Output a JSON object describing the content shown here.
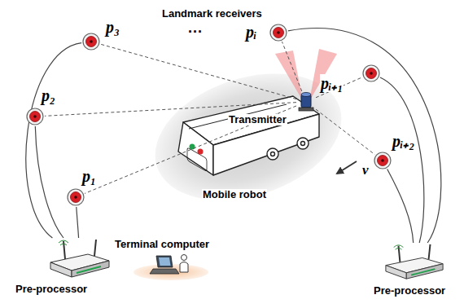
{
  "diagram": {
    "nodes": [
      {
        "text": [
          "p₁"
        ]
      },
      {
        "text": [
          "p₂"
        ]
      },
      {
        "text": [
          "p₃"
        ]
      },
      {
        "text": [
          "pᵢ"
        ]
      },
      {
        "text": [
          "pᵢ₊₁"
        ]
      },
      {
        "text": [
          "pᵢ₊₂"
        ]
      },
      {
        "text": [
          "Transmitter"
        ]
      },
      {
        "text": [
          "Pre-processor"
        ]
      },
      {
        "text": [
          "Pre-processor"
        ]
      }
    ],
    "edges": [
      {
        "from": 6,
        "to": 0,
        "arrow": "none"
      },
      {
        "from": 6,
        "to": 1,
        "arrow": "none"
      },
      {
        "from": 6,
        "to": 2,
        "arrow": "none"
      },
      {
        "from": 6,
        "to": 3,
        "arrow": "none"
      },
      {
        "from": 6,
        "to": 4,
        "arrow": "none"
      },
      {
        "from": 6,
        "to": 5,
        "arrow": "none"
      },
      {
        "from": 0,
        "to": 7,
        "arrow": "none"
      },
      {
        "from": 1,
        "to": 7,
        "arrow": "none"
      },
      {
        "from": 2,
        "to": 7,
        "arrow": "none"
      },
      {
        "from": 3,
        "to": 8,
        "arrow": "none"
      },
      {
        "from": 4,
        "to": 8,
        "arrow": "none"
      },
      {
        "from": 5,
        "to": 8,
        "arrow": "none"
      }
    ],
    "labels": [
      "Landmark receivers",
      "···",
      "Mobile robot",
      "v",
      "Terminal computer"
    ]
  }
}
